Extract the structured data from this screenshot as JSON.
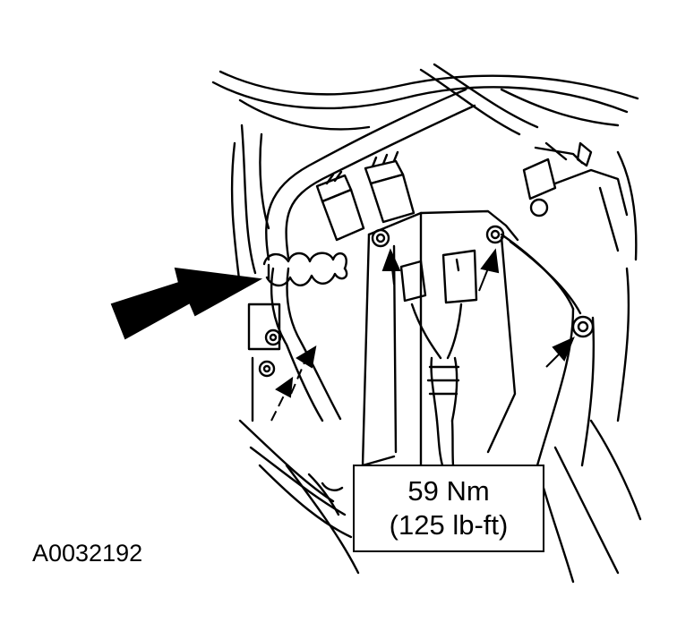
{
  "torque_callout": {
    "metric": "59 Nm",
    "imperial": "(125 lb-ft)"
  },
  "figure_reference": "A0032192",
  "colors": {
    "line": "#000000",
    "background": "#ffffff"
  }
}
